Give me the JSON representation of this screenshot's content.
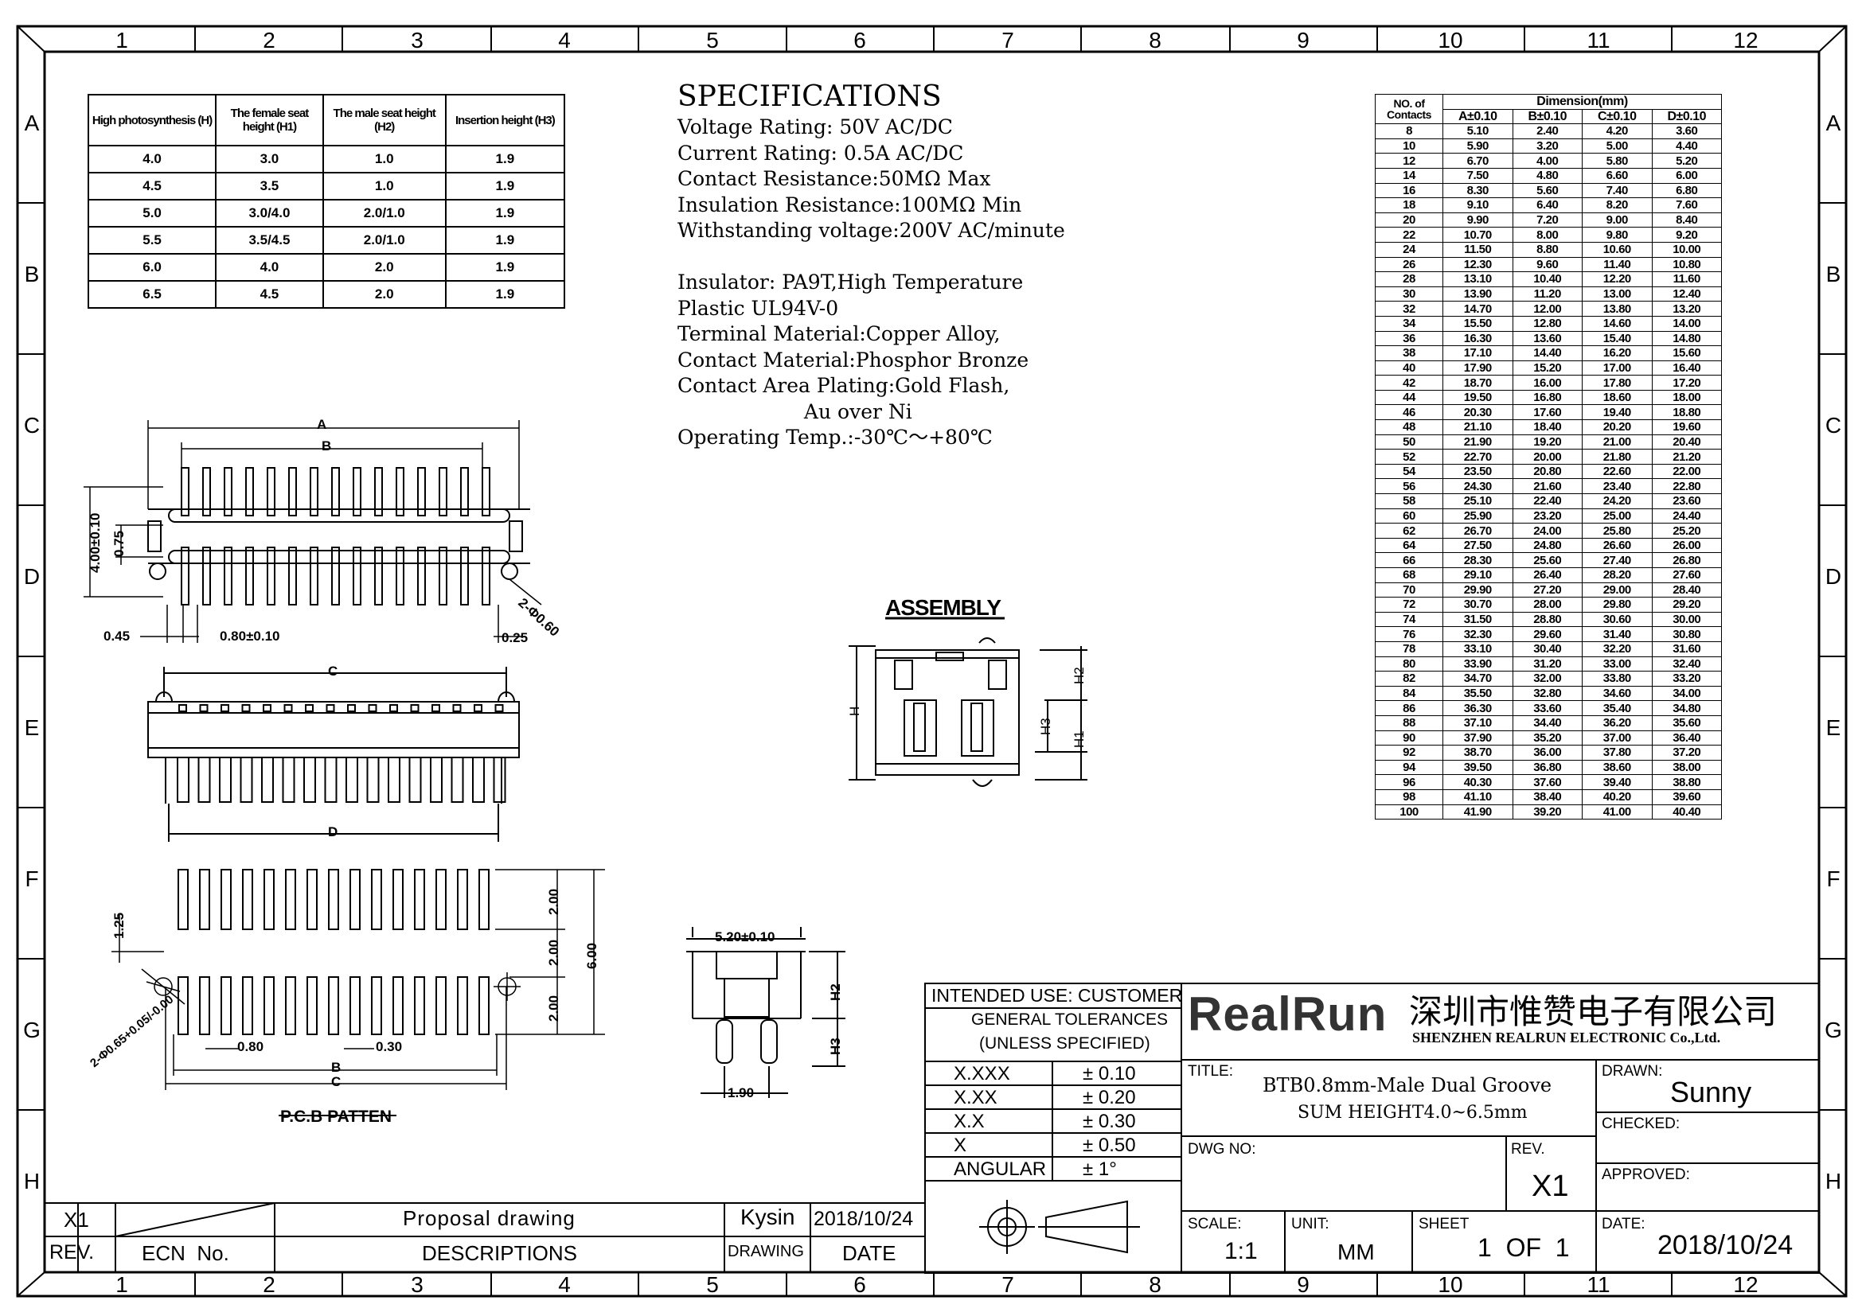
{
  "grid": {
    "columns": [
      "1",
      "2",
      "3",
      "4",
      "5",
      "6",
      "7",
      "8",
      "9",
      "10",
      "11",
      "12"
    ],
    "rows": [
      "A",
      "B",
      "C",
      "D",
      "E",
      "F",
      "G",
      "H"
    ]
  },
  "height_table": {
    "headers": [
      "High photosynthesis (H)",
      "The female seat height (H1)",
      "The male seat height (H2)",
      "Insertion height (H3)"
    ],
    "rows": [
      [
        "4.0",
        "3.0",
        "1.0",
        "1.9"
      ],
      [
        "4.5",
        "3.5",
        "1.0",
        "1.9"
      ],
      [
        "5.0",
        "3.0/4.0",
        "2.0/1.0",
        "1.9"
      ],
      [
        "5.5",
        "3.5/4.5",
        "2.0/1.0",
        "1.9"
      ],
      [
        "6.0",
        "4.0",
        "2.0",
        "1.9"
      ],
      [
        "6.5",
        "4.5",
        "2.0",
        "1.9"
      ]
    ]
  },
  "specifications": {
    "heading": "SPECIFICATIONS",
    "lines": [
      "Voltage Rating: 50V AC/DC",
      "Current Rating: 0.5A AC/DC",
      "Contact Resistance:50MΩ Max",
      "Insulation Resistance:100MΩ Min",
      "Withstanding voltage:200V AC/minute",
      "",
      "Insulator: PA9T,High Temperature",
      "Plastic UL94V-0",
      "Terminal Material:Copper Alloy,",
      "Contact Material:Phosphor Bronze",
      "Contact Area Plating:Gold Flash,",
      "                    Au over Ni",
      "Operating Temp.:-30℃～+80℃"
    ]
  },
  "dimension_table": {
    "header_contacts": "NO. of Contacts",
    "header_group": "Dimension(mm)",
    "columns": [
      "A±0.10",
      "B±0.10",
      "C±0.10",
      "D±0.10"
    ],
    "rows": [
      [
        "8",
        "5.10",
        "2.40",
        "4.20",
        "3.60"
      ],
      [
        "10",
        "5.90",
        "3.20",
        "5.00",
        "4.40"
      ],
      [
        "12",
        "6.70",
        "4.00",
        "5.80",
        "5.20"
      ],
      [
        "14",
        "7.50",
        "4.80",
        "6.60",
        "6.00"
      ],
      [
        "16",
        "8.30",
        "5.60",
        "7.40",
        "6.80"
      ],
      [
        "18",
        "9.10",
        "6.40",
        "8.20",
        "7.60"
      ],
      [
        "20",
        "9.90",
        "7.20",
        "9.00",
        "8.40"
      ],
      [
        "22",
        "10.70",
        "8.00",
        "9.80",
        "9.20"
      ],
      [
        "24",
        "11.50",
        "8.80",
        "10.60",
        "10.00"
      ],
      [
        "26",
        "12.30",
        "9.60",
        "11.40",
        "10.80"
      ],
      [
        "28",
        "13.10",
        "10.40",
        "12.20",
        "11.60"
      ],
      [
        "30",
        "13.90",
        "11.20",
        "13.00",
        "12.40"
      ],
      [
        "32",
        "14.70",
        "12.00",
        "13.80",
        "13.20"
      ],
      [
        "34",
        "15.50",
        "12.80",
        "14.60",
        "14.00"
      ],
      [
        "36",
        "16.30",
        "13.60",
        "15.40",
        "14.80"
      ],
      [
        "38",
        "17.10",
        "14.40",
        "16.20",
        "15.60"
      ],
      [
        "40",
        "17.90",
        "15.20",
        "17.00",
        "16.40"
      ],
      [
        "42",
        "18.70",
        "16.00",
        "17.80",
        "17.20"
      ],
      [
        "44",
        "19.50",
        "16.80",
        "18.60",
        "18.00"
      ],
      [
        "46",
        "20.30",
        "17.60",
        "19.40",
        "18.80"
      ],
      [
        "48",
        "21.10",
        "18.40",
        "20.20",
        "19.60"
      ],
      [
        "50",
        "21.90",
        "19.20",
        "21.00",
        "20.40"
      ],
      [
        "52",
        "22.70",
        "20.00",
        "21.80",
        "21.20"
      ],
      [
        "54",
        "23.50",
        "20.80",
        "22.60",
        "22.00"
      ],
      [
        "56",
        "24.30",
        "21.60",
        "23.40",
        "22.80"
      ],
      [
        "58",
        "25.10",
        "22.40",
        "24.20",
        "23.60"
      ],
      [
        "60",
        "25.90",
        "23.20",
        "25.00",
        "24.40"
      ],
      [
        "62",
        "26.70",
        "24.00",
        "25.80",
        "25.20"
      ],
      [
        "64",
        "27.50",
        "24.80",
        "26.60",
        "26.00"
      ],
      [
        "66",
        "28.30",
        "25.60",
        "27.40",
        "26.80"
      ],
      [
        "68",
        "29.10",
        "26.40",
        "28.20",
        "27.60"
      ],
      [
        "70",
        "29.90",
        "27.20",
        "29.00",
        "28.40"
      ],
      [
        "72",
        "30.70",
        "28.00",
        "29.80",
        "29.20"
      ],
      [
        "74",
        "31.50",
        "28.80",
        "30.60",
        "30.00"
      ],
      [
        "76",
        "32.30",
        "29.60",
        "31.40",
        "30.80"
      ],
      [
        "78",
        "33.10",
        "30.40",
        "32.20",
        "31.60"
      ],
      [
        "80",
        "33.90",
        "31.20",
        "33.00",
        "32.40"
      ],
      [
        "82",
        "34.70",
        "32.00",
        "33.80",
        "33.20"
      ],
      [
        "84",
        "35.50",
        "32.80",
        "34.60",
        "34.00"
      ],
      [
        "86",
        "36.30",
        "33.60",
        "35.40",
        "34.80"
      ],
      [
        "88",
        "37.10",
        "34.40",
        "36.20",
        "35.60"
      ],
      [
        "90",
        "37.90",
        "35.20",
        "37.00",
        "36.40"
      ],
      [
        "92",
        "38.70",
        "36.00",
        "37.80",
        "37.20"
      ],
      [
        "94",
        "39.50",
        "36.80",
        "38.60",
        "38.00"
      ],
      [
        "96",
        "40.30",
        "37.60",
        "39.40",
        "38.80"
      ],
      [
        "98",
        "41.10",
        "38.40",
        "40.20",
        "39.60"
      ],
      [
        "100",
        "41.90",
        "39.20",
        "41.00",
        "40.40"
      ]
    ]
  },
  "top_view": {
    "label_a": "A",
    "label_b": "B",
    "dim_height": "4.00±0.10",
    "dim_075": "0.75",
    "dim_045": "0.45",
    "dim_pitch": "0.80±0.10",
    "dim_025": "0.25",
    "dim_holes": "2-Φ0.60"
  },
  "side_view": {
    "label_c": "C",
    "label_d": "D"
  },
  "pcb": {
    "title": "P.C.B PATTEN",
    "dim_125": "1.25",
    "dim_200a": "2.00",
    "dim_200b": "2.00",
    "dim_200c": "2.00",
    "dim_600": "6.00",
    "dim_080": "0.80",
    "dim_030": "0.30",
    "label_b": "B",
    "label_c": "C",
    "dim_holes": "2-Φ0.65+0.05/-0.00"
  },
  "assembly": {
    "title": "ASSEMBLY",
    "h": "H",
    "h1": "H1",
    "h2": "H2",
    "h3": "H3"
  },
  "section": {
    "dim_width": "5.20±0.10",
    "dim_190": "1.90",
    "h2": "H2",
    "h3": "H3"
  },
  "title_block": {
    "intended_use": "INTENDED USE: CUSTOMER",
    "general_tol": "GENERAL TOLERANCES",
    "unless": "(UNLESS SPECIFIED)",
    "tolerances": [
      [
        "X.XXX",
        "± 0.10"
      ],
      [
        "X.XX",
        "± 0.20"
      ],
      [
        "X.X",
        "± 0.30"
      ],
      [
        "X",
        "± 0.50"
      ],
      [
        "ANGULAR",
        "± 1°"
      ]
    ],
    "logo": "RealRun",
    "company_cn": "深圳市惟赞电子有限公司",
    "company_en": "SHENZHEN REALRUN ELECTRONIC Co.,Ltd.",
    "title_label": "TITLE:",
    "title_line1": "BTB0.8mm-Male Dual Groove",
    "title_line2": "SUM HEIGHT4.0~6.5mm",
    "drawn_label": "DRAWN:",
    "drawn_value": "Sunny",
    "checked_label": "CHECKED:",
    "approved_label": "APPROVED:",
    "dwg_label": "DWG NO:",
    "rev_label": "REV.",
    "rev_value": "X1",
    "scale_label": "SCALE:",
    "scale_value": "1:1",
    "unit_label": "UNIT:",
    "unit_value": "MM",
    "sheet_label": "SHEET",
    "sheet_value": "1  OF  1",
    "date_label": "DATE:",
    "date_value": "2018/10/24"
  },
  "revision_block": {
    "rev": "X1",
    "description": "Proposal drawing",
    "drawer": "Kysin",
    "date": "2018/10/24",
    "h_rev": "REV.",
    "h_ecn": "ECN  No.",
    "h_desc": "DESCRIPTIONS",
    "h_drawing": "DRAWING",
    "h_date": "DATE"
  }
}
